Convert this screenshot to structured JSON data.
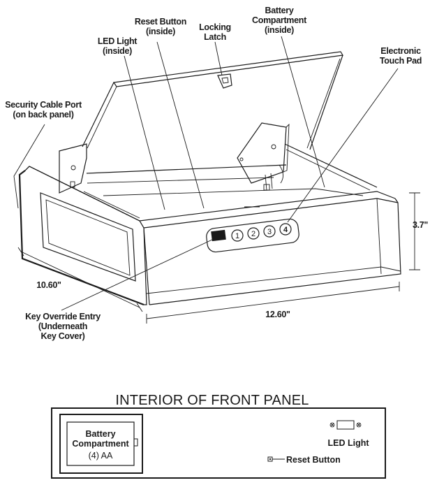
{
  "labels": {
    "reset_button": [
      "Reset Button",
      "(inside)"
    ],
    "locking_latch": [
      "Locking",
      "Latch"
    ],
    "battery_compartment": [
      "Battery",
      "Compartment",
      "(inside)"
    ],
    "led_light": [
      "LED Light",
      "(inside)"
    ],
    "electronic_touch_pad": [
      "Electronic",
      "Touch Pad"
    ],
    "security_cable_port": [
      "Security Cable Port",
      "(on back panel)"
    ],
    "key_override": [
      "Key Override Entry",
      "(Underneath",
      "Key Cover)"
    ]
  },
  "keypad_buttons": [
    "1",
    "2",
    "3",
    "4"
  ],
  "dimensions": {
    "depth": "10.60\"",
    "width": "12.60\"",
    "height": "3.7\""
  },
  "interior": {
    "title": "INTERIOR OF FRONT PANEL",
    "battery_label": [
      "Battery",
      "Compartment"
    ],
    "battery_spec": "(4) AA",
    "led_label": "LED Light",
    "reset_label": "Reset Button"
  }
}
